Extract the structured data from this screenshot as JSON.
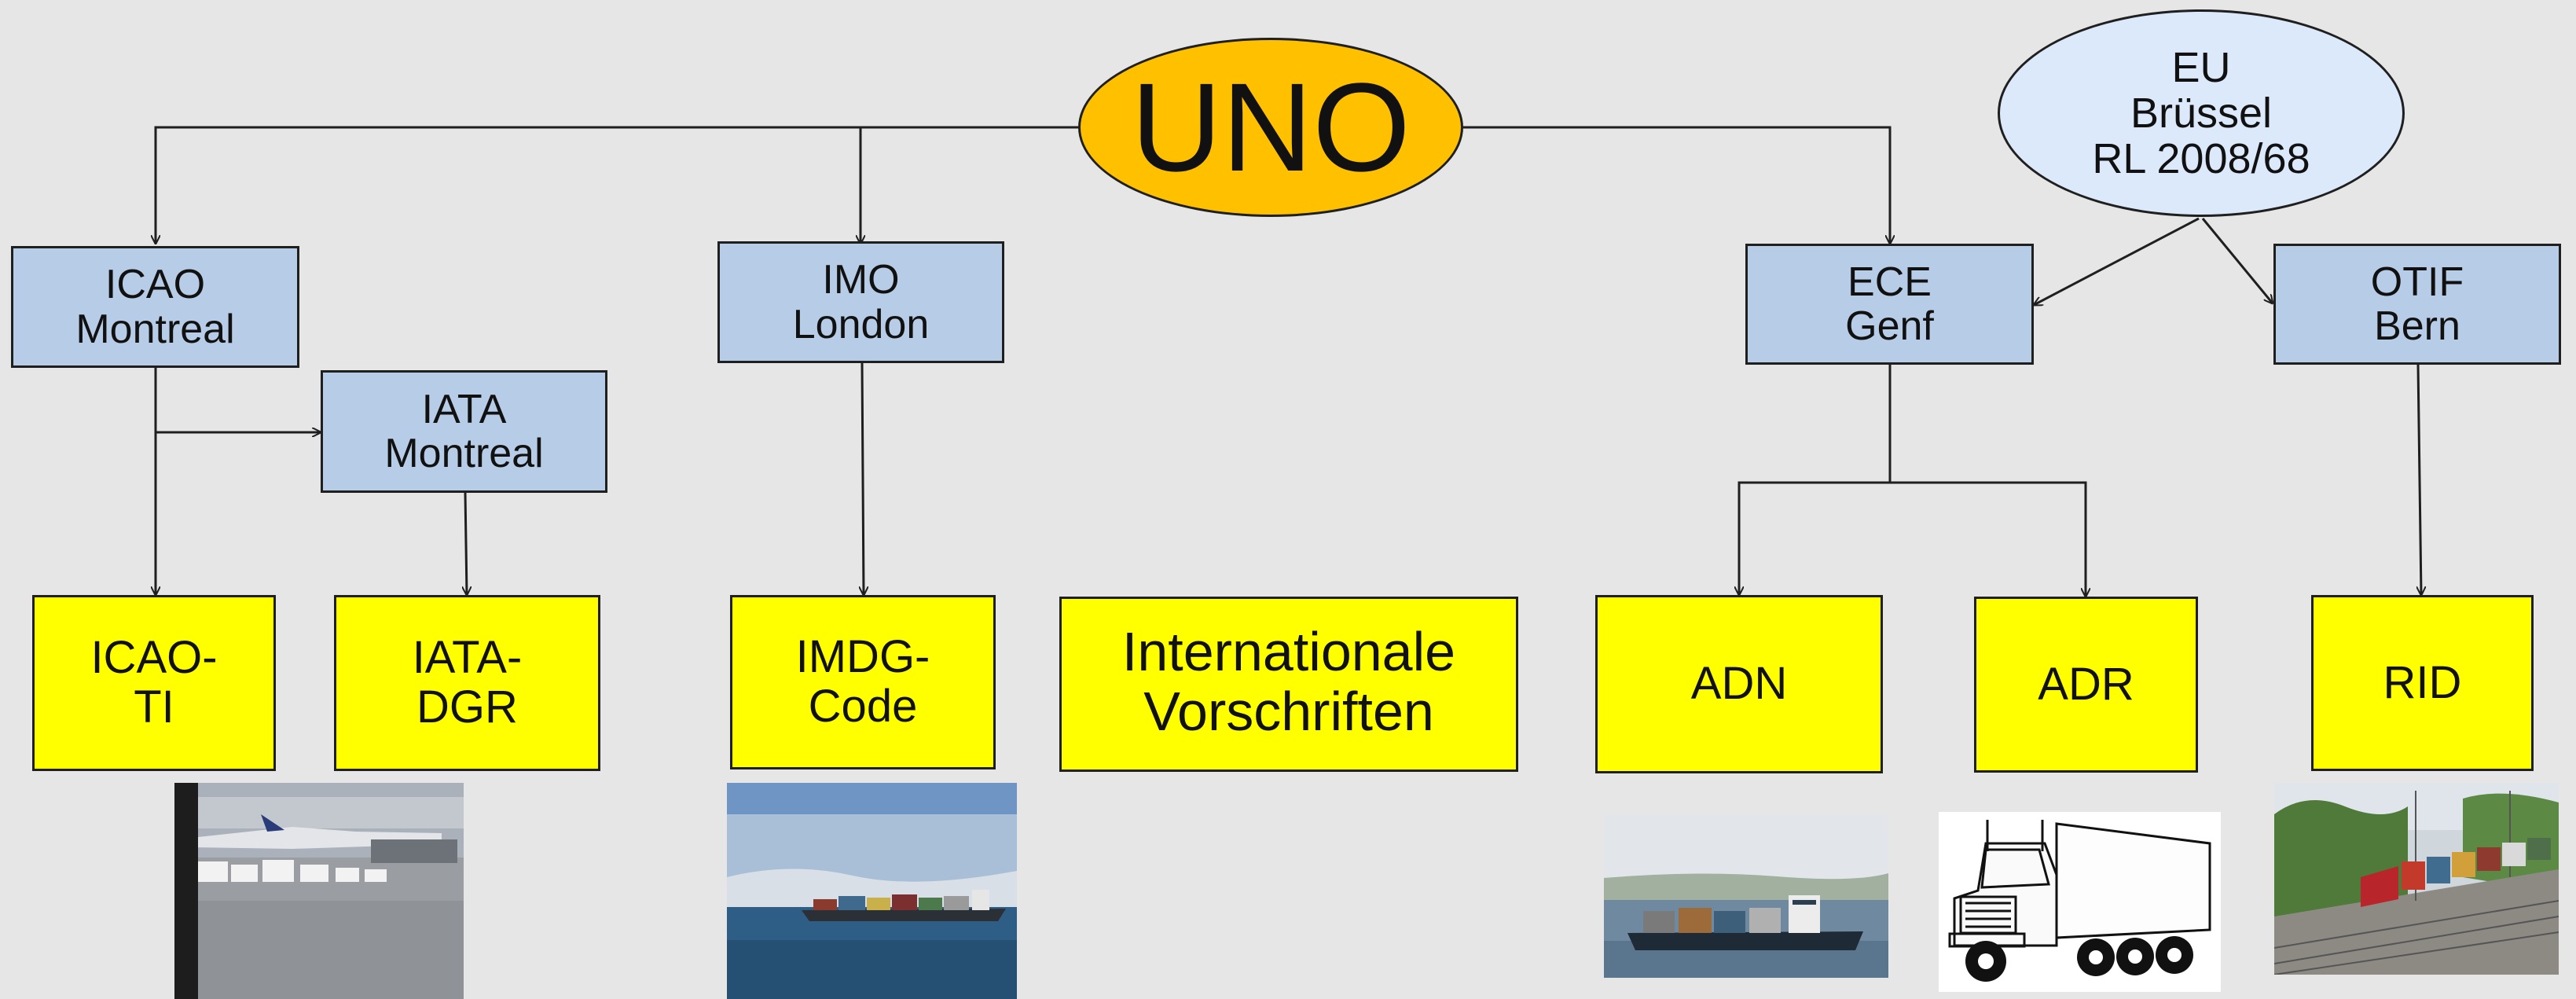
{
  "root": {
    "label": "UNO"
  },
  "eu": {
    "line1": "EU",
    "line2": "Brüssel",
    "line3": "RL 2008/68"
  },
  "organizations": {
    "icao": {
      "line1": "ICAO",
      "line2": "Montreal"
    },
    "iata": {
      "line1": "IATA",
      "line2": "Montreal"
    },
    "imo": {
      "line1": "IMO",
      "line2": "London"
    },
    "ece": {
      "line1": "ECE",
      "line2": "Genf"
    },
    "otif": {
      "line1": "OTIF",
      "line2": "Bern"
    }
  },
  "regulations": {
    "icao_ti": {
      "line1": "ICAO-",
      "line2": "TI"
    },
    "iata_dgr": {
      "line1": "IATA-",
      "line2": "DGR"
    },
    "imdg": {
      "line1": "IMDG-",
      "line2": "Code"
    },
    "intl": {
      "line1": "Internationale",
      "line2": "Vorschriften"
    },
    "adn": {
      "line1": "ADN"
    },
    "adr": {
      "line1": "ADR"
    },
    "rid": {
      "line1": "RID"
    }
  },
  "colors": {
    "background": "#e6e6e6",
    "root_fill": "#ffc000",
    "eu_fill": "#dce9fb",
    "organization_fill": "#b7cce6",
    "regulation_fill": "#ffff00",
    "connector": "#1f1f1f"
  },
  "photos": [
    "air-cargo-photo",
    "container-ship-photo",
    "inland-barge-photo",
    "truck-drawing",
    "freight-train-photo"
  ]
}
